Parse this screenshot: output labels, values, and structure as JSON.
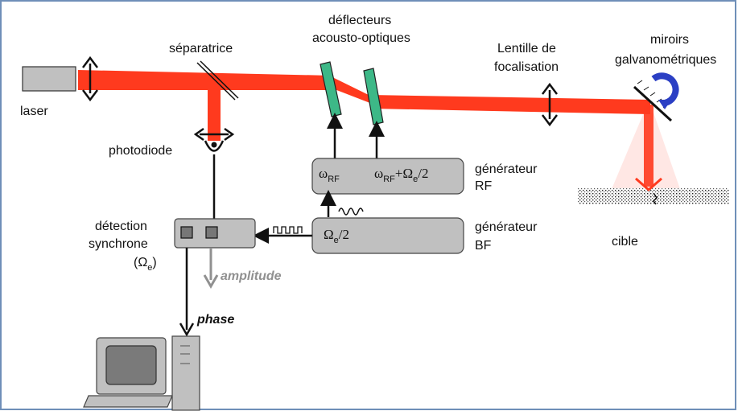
{
  "labels": {
    "laser": "laser",
    "separatrice": "séparatrice",
    "photodiode": "photodiode",
    "deflecteurs_line1": "déflecteurs",
    "deflecteurs_line2": "acousto-optiques",
    "lentille_line1": "Lentille de",
    "lentille_line2": "focalisation",
    "miroirs_line1": "miroirs",
    "miroirs_line2": "galvanométriques",
    "gen_rf_line1": "générateur",
    "gen_rf_line2": "RF",
    "gen_bf_line1": "générateur",
    "gen_bf_line2": "BF",
    "detection_line1": "détection",
    "detection_line2": "synchrone",
    "detection_omega": "(Ω",
    "detection_omega_sub": "e",
    "detection_close": ")",
    "cible": "cible",
    "amplitude": "amplitude",
    "phase": "phase"
  },
  "rf_box": {
    "omega_rf": "ω",
    "omega_rf_sub": "RF",
    "omega_rf2": "ω",
    "omega_rf2_sub": "RF",
    "plus_omega": "+Ω",
    "plus_omega_sub": "e",
    "over_two": "/2"
  },
  "bf_box": {
    "omega": "Ω",
    "omega_sub": "e",
    "over_two": "/2"
  },
  "colors": {
    "beam": "#ff3a1e",
    "box_fill": "#c0c0c0",
    "deflector": "#3db887",
    "arrow_gray": "#909090",
    "rotation_arrow": "#2b3fc4"
  }
}
